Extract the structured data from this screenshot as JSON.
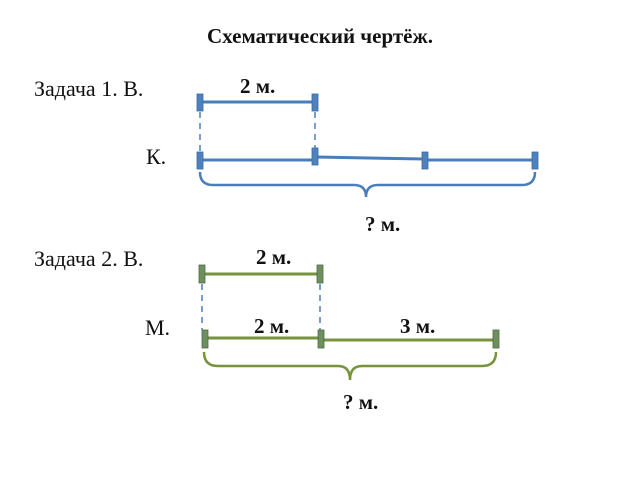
{
  "title": "Схематический чертёж.",
  "colors": {
    "blue_line": "#4a7ebb",
    "blue_tick": "#4f81bd",
    "green_line": "#77933c",
    "green_tick": "#6f8f5f"
  },
  "task1": {
    "label": "Задача 1.",
    "row1_letter": "В.",
    "row2_letter": "К.",
    "top_length": "2 м.",
    "question": "? м."
  },
  "task2": {
    "label": "Задача 2.",
    "row1_letter": "В.",
    "row2_letter": "М.",
    "top_length": "2 м.",
    "part1_length": "2 м.",
    "part2_length": "3 м.",
    "question": "? м."
  }
}
